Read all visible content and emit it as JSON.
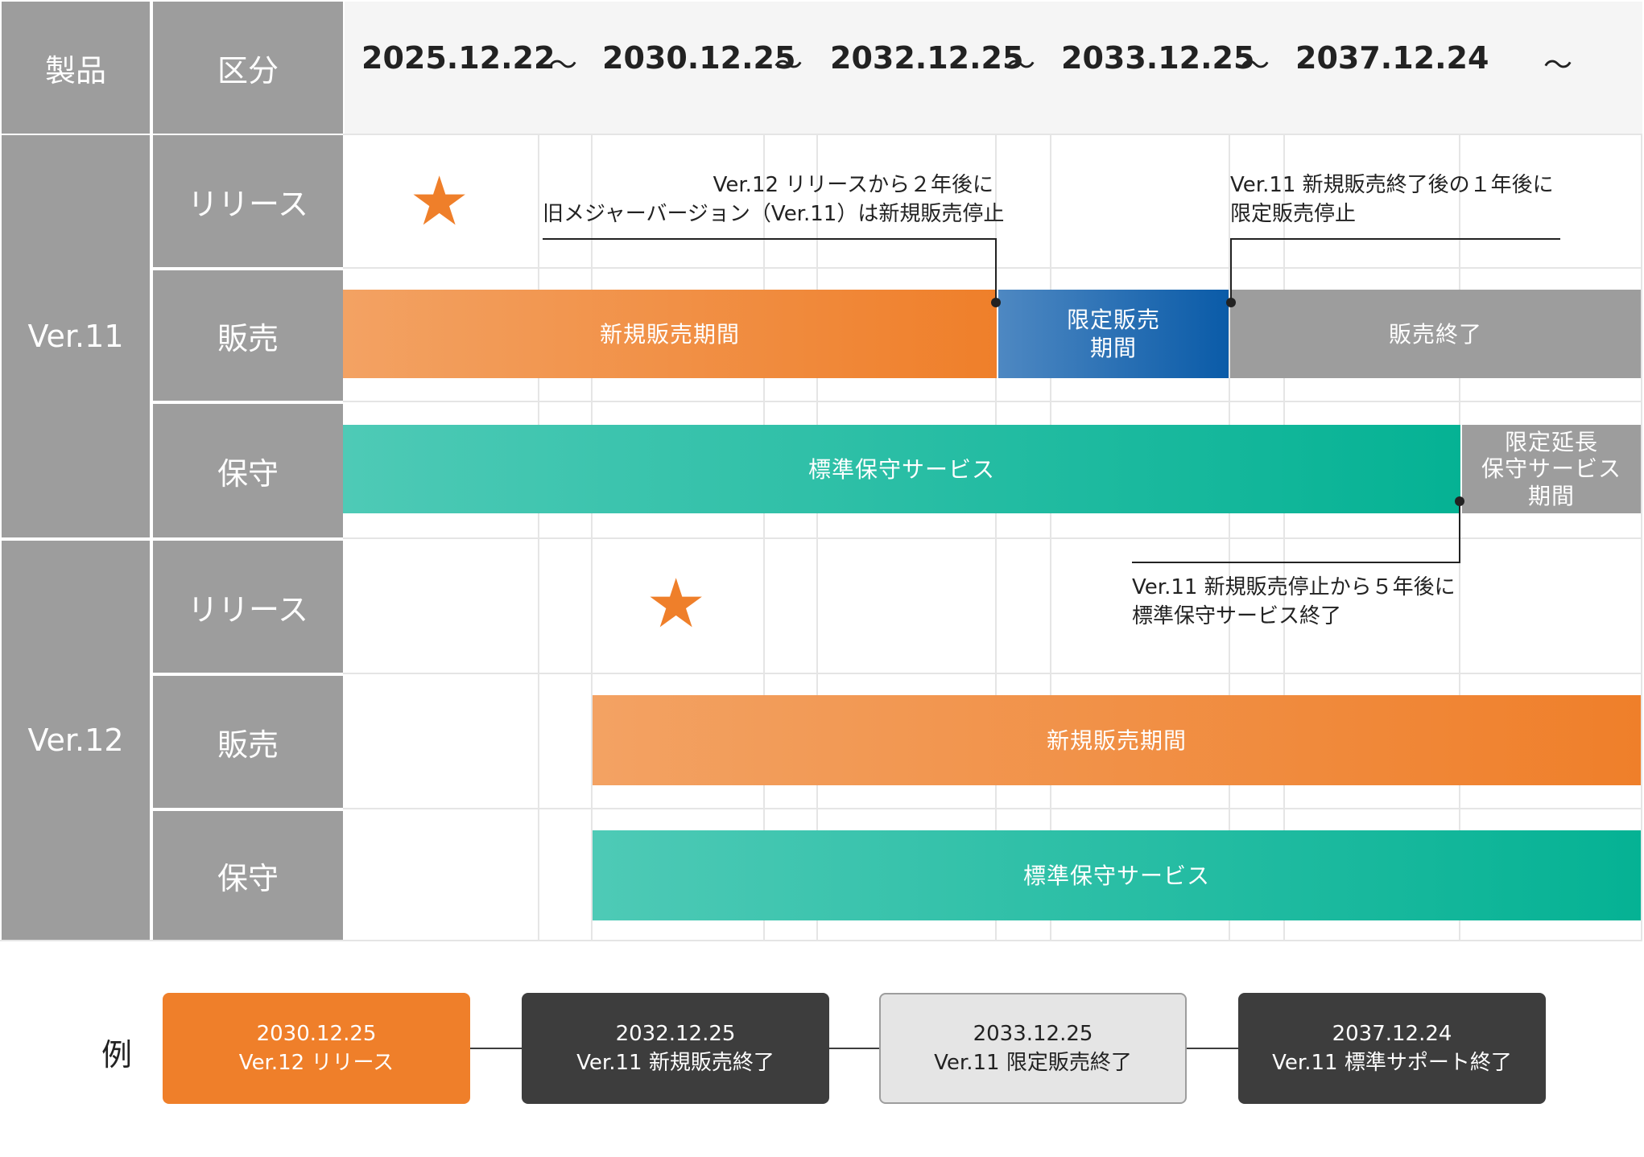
{
  "header": {
    "product": "製品",
    "category": "区分",
    "dates": [
      "2025.12.22",
      "2030.12.25",
      "2032.12.25",
      "2033.12.25",
      "2037.12.24"
    ],
    "tilde": "～"
  },
  "products": [
    {
      "name": "Ver.11",
      "rows": {
        "release": "リリース",
        "sales": "販売",
        "maintenance": "保守"
      },
      "bars": {
        "new_sales": "新規販売期間",
        "limited_sales": [
          "限定販売",
          "期間"
        ],
        "sales_end": "販売終了",
        "standard_maintenance": "標準保守サービス",
        "extended_maintenance": [
          "限定延長",
          "保守サービス",
          "期間"
        ]
      }
    },
    {
      "name": "Ver.12",
      "rows": {
        "release": "リリース",
        "sales": "販売",
        "maintenance": "保守"
      },
      "bars": {
        "new_sales": "新規販売期間",
        "standard_maintenance": "標準保守サービス"
      }
    }
  ],
  "notes": {
    "ver12_release_note": [
      "Ver.12 リリースから２年後に",
      "旧メジャーバージョン（Ver.11）は新規販売停止"
    ],
    "ver11_limited_note": [
      "Ver.11 新規販売終了後の１年後に",
      "限定販売停止"
    ],
    "ver11_maintenance_note": [
      "Ver.11 新規販売停止から５年後に",
      "標準保守サービス終了"
    ]
  },
  "legend": {
    "label": "例",
    "items": [
      {
        "date": "2030.12.25",
        "text": "Ver.12 リリース",
        "style": "orange"
      },
      {
        "date": "2032.12.25",
        "text": "Ver.11 新規販売終了",
        "style": "dark"
      },
      {
        "date": "2033.12.25",
        "text": "Ver.11 限定販売終了",
        "style": "light"
      },
      {
        "date": "2037.12.24",
        "text": "Ver.11 標準サポート終了",
        "style": "dark"
      }
    ]
  },
  "colors": {
    "orange": "#ef7f2a",
    "blue": "#0a5ba8",
    "teal": "#05b294",
    "gray": "#9d9d9d",
    "dark": "#3d3d3d"
  }
}
